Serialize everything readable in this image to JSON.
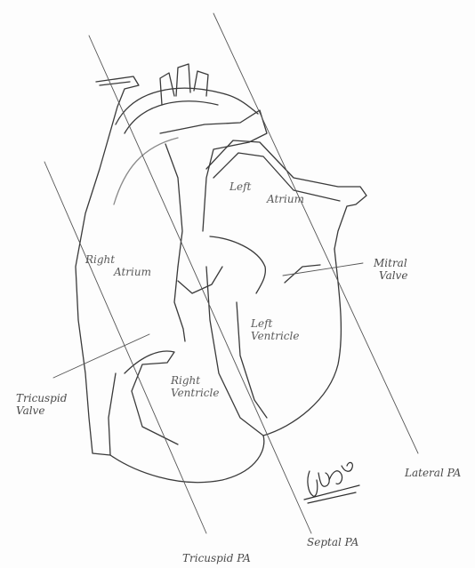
{
  "labels": {
    "left_atrium": [
      "Left",
      "Atrium"
    ],
    "right_atrium": [
      "Right",
      "Atrium"
    ],
    "left_ventricle": [
      "Left",
      "Ventricle"
    ],
    "right_ventricle": [
      "Right",
      "Ventricle"
    ],
    "mitral_valve": [
      "Mitral",
      "Valve"
    ],
    "tricuspid_valve": [
      "Tricuspid",
      "Valve"
    ],
    "lateral_pa": "Lateral PA",
    "septal_pa": "Septal PA",
    "tricuspid_pa": "Tricuspid PA"
  },
  "signature_text": "Rwds",
  "colors": {
    "ink": "#3a3a3a",
    "light_ink": "#8a8a8a",
    "paper": "#fdfdfd"
  }
}
